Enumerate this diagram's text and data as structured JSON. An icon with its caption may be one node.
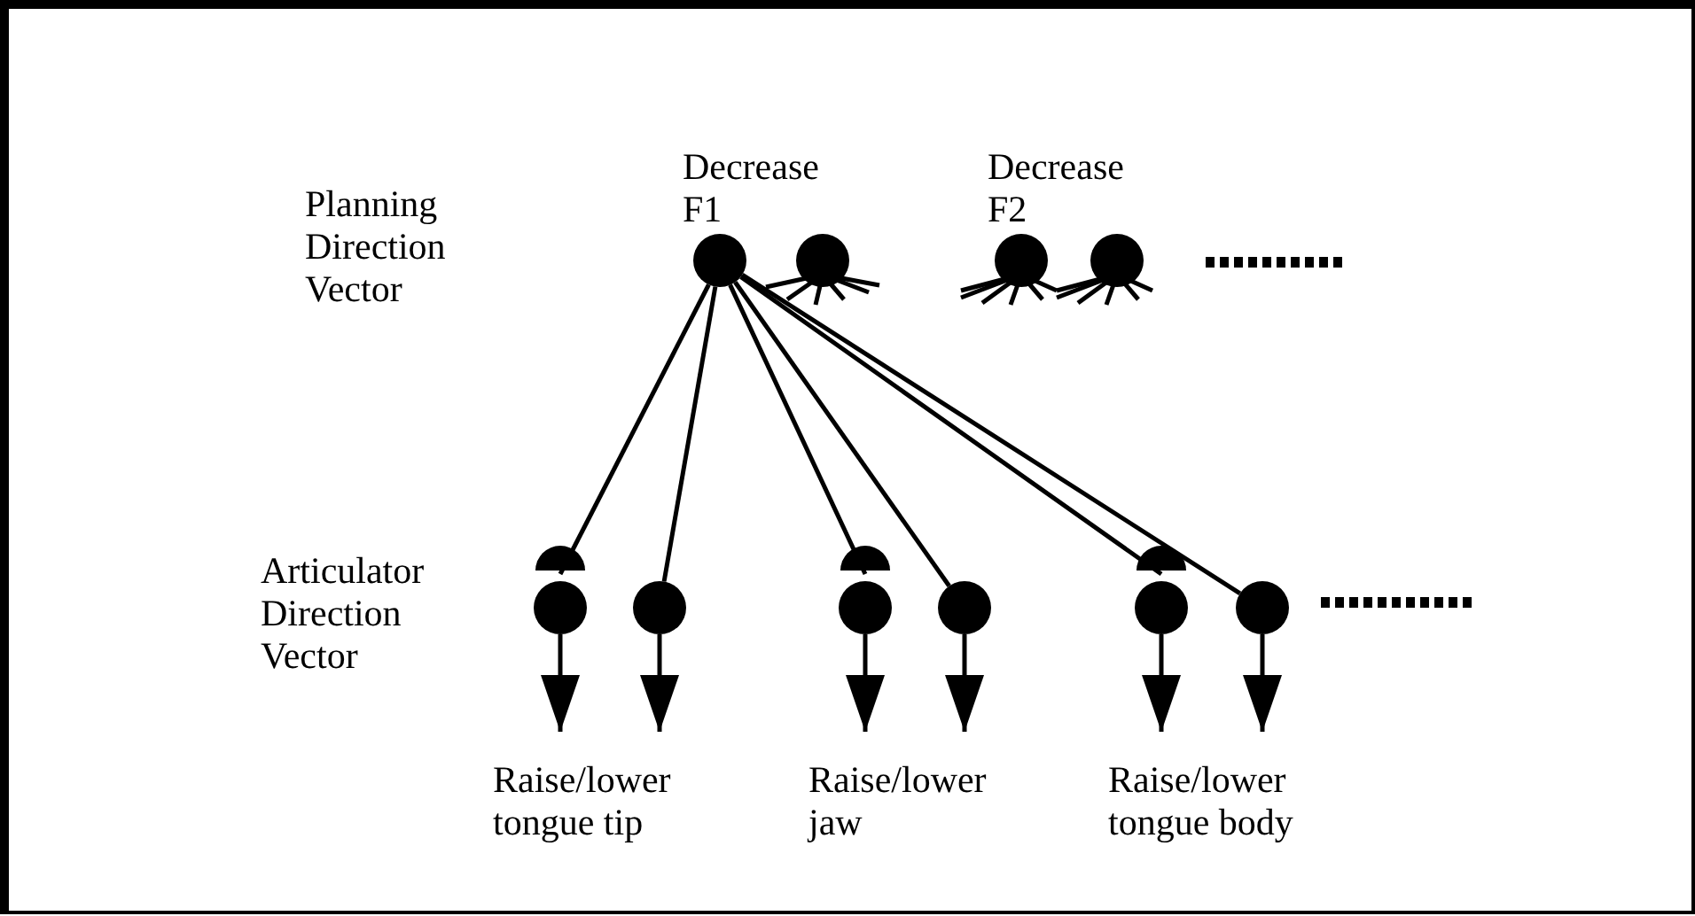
{
  "diagram": {
    "nodes": [
      {
        "text": [],
        "shape": "circle"
      },
      {
        "text": [],
        "shape": "circle"
      },
      {
        "text": [],
        "shape": "circle"
      },
      {
        "text": [],
        "shape": "circle"
      },
      {
        "text": [],
        "shape": "circle"
      },
      {
        "text": [],
        "shape": "circle"
      },
      {
        "text": [],
        "shape": "circle"
      },
      {
        "text": [],
        "shape": "circle"
      },
      {
        "text": [],
        "shape": "circle"
      },
      {
        "text": [],
        "shape": "circle"
      }
    ],
    "edges": [
      {
        "from": 0,
        "to": 4,
        "arrow": "other"
      },
      {
        "from": 0,
        "to": 5,
        "arrow": "none"
      },
      {
        "from": 0,
        "to": 6,
        "arrow": "other"
      },
      {
        "from": 0,
        "to": 7,
        "arrow": "none"
      },
      {
        "from": 0,
        "to": 8,
        "arrow": "other"
      },
      {
        "from": 0,
        "to": 9,
        "arrow": "none"
      },
      {
        "from": 4,
        "to": null,
        "arrow": "to"
      },
      {
        "from": 5,
        "to": null,
        "arrow": "to"
      },
      {
        "from": 6,
        "to": null,
        "arrow": "to"
      },
      {
        "from": 7,
        "to": null,
        "arrow": "to"
      },
      {
        "from": 8,
        "to": null,
        "arrow": "to"
      },
      {
        "from": 9,
        "to": null,
        "arrow": "to"
      }
    ],
    "labels": [
      "Decrease F1",
      "Decrease F2",
      "Planning Direction Vector",
      "Articulator Direction Vector",
      "Raise/lower tongue tip",
      "Raise/lower jaw",
      "Raise/lower tongue body"
    ]
  }
}
